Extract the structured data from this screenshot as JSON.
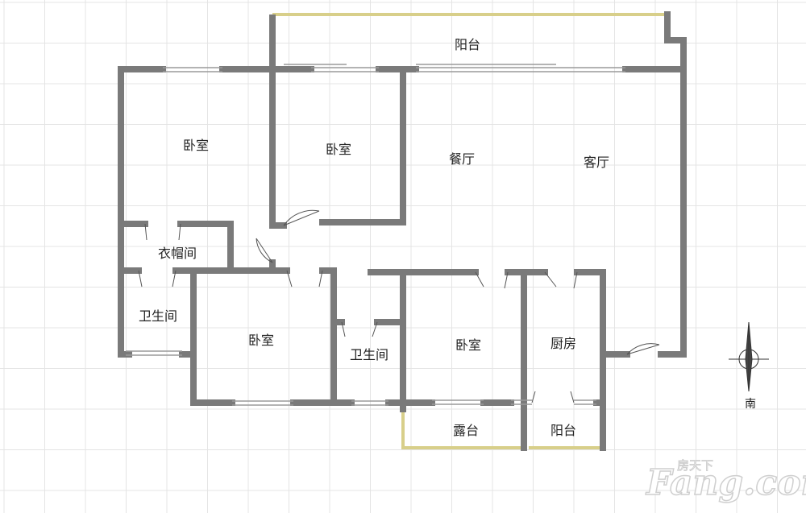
{
  "plan": {
    "rooms": {
      "balcony_north": "阳台",
      "bedroom_nw": "卧室",
      "bedroom_n": "卧室",
      "dining": "餐厅",
      "living": "客厅",
      "closet": "衣帽间",
      "bathroom_w": "卫生间",
      "bedroom_sw": "卧室",
      "bathroom_s": "卫生间",
      "bedroom_s": "卧室",
      "kitchen": "厨房",
      "terrace": "露台",
      "balcony_s": "阳台"
    },
    "compass_label": "南"
  },
  "watermark": {
    "brand": "Fang.com",
    "sub": "房天下"
  },
  "colors": {
    "wall": "#7a7a7a",
    "balcony_edge": "#d8cf8a",
    "grid": "#e4e4e4",
    "window": "#9a9a9a"
  }
}
